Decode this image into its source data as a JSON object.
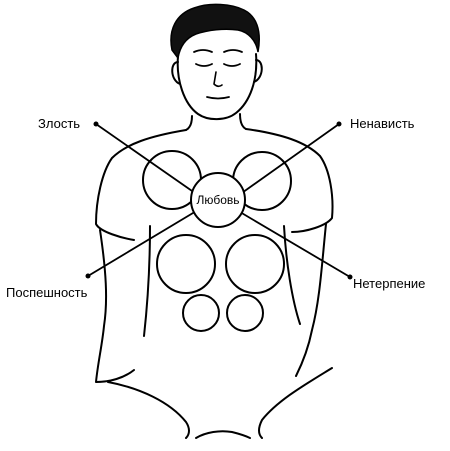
{
  "center_label": "Любовь",
  "labels": {
    "anger": "Злость",
    "hatred": "Ненависть",
    "haste": "Поспешность",
    "impatience": "Нетерпение"
  }
}
